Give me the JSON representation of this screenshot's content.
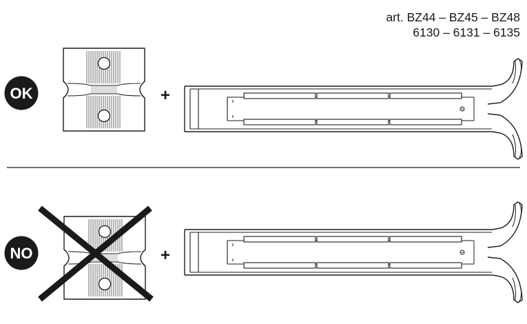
{
  "header": {
    "line1": "art.  BZ44 – BZ45 – BZ48",
    "line2": "6130 – 6131 – 6135"
  },
  "rows": [
    {
      "badge": "OK",
      "plus": "+",
      "correct": true
    },
    {
      "badge": "NO",
      "plus": "+",
      "correct": false
    }
  ]
}
